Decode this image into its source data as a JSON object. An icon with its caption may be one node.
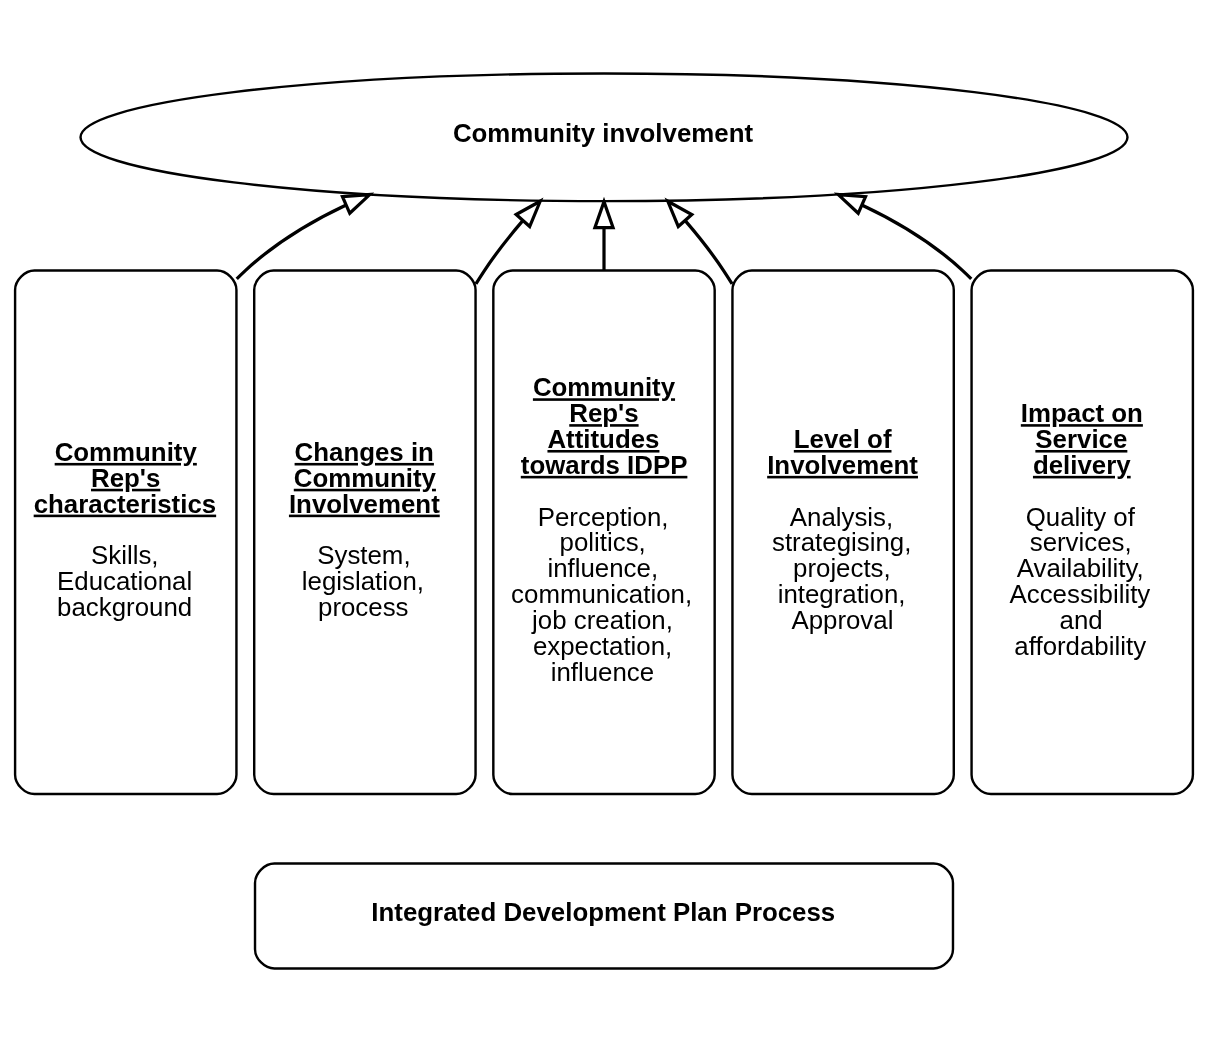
{
  "diagram": {
    "nodes": [
      {
        "text": [
          "Community involvement"
        ]
      },
      {
        "text": [
          "Community Rep's characteristics",
          "Skills,Educational background"
        ]
      },
      {
        "text": [
          "Changes in Community Involvement",
          "System,legislation,process"
        ]
      },
      {
        "text": [
          "Community Rep's Attitudes towards IDPP",
          "Perception, politics,influence,communication,job creation,expectation,influence"
        ]
      },
      {
        "text": [
          "Level of Involvement",
          "Analysis, strategising,projects,integration, Approval"
        ]
      },
      {
        "text": [
          "Impact on Service delivery",
          "Quality of services,Availability, Accessibility and affordability"
        ]
      },
      {
        "text": [
          "Integrated Development Plan Process"
        ]
      }
    ],
    "edges": [
      {
        "from": 1,
        "to": 0,
        "arrow": "to"
      },
      {
        "from": 2,
        "to": 0,
        "arrow": "to"
      },
      {
        "from": 3,
        "to": 0,
        "arrow": "to"
      },
      {
        "from": 4,
        "to": 0,
        "arrow": "to"
      },
      {
        "from": 5,
        "to": 0,
        "arrow": "to"
      }
    ]
  }
}
